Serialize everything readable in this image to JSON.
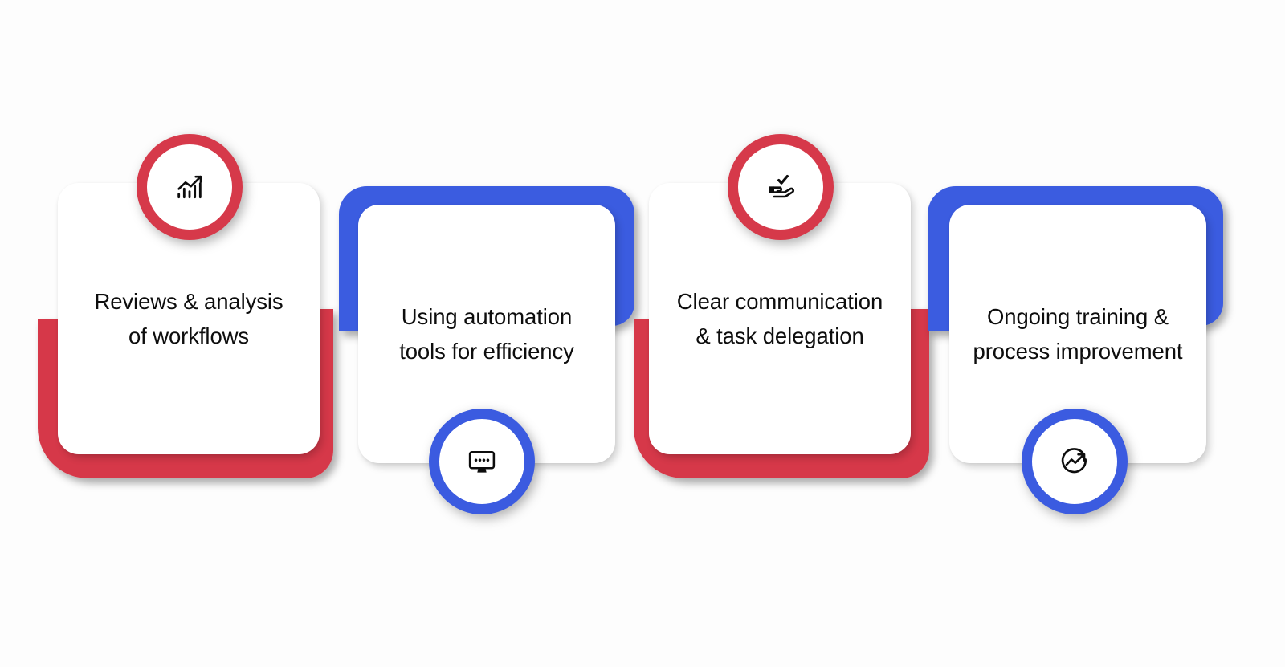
{
  "diagram": {
    "type": "process-steps",
    "title": "",
    "background_color": "#FDFDFD",
    "colors": {
      "red": "#D6394A",
      "blue": "#3B5BE0",
      "card": "#FFFFFF",
      "text": "#0D0D0D"
    },
    "steps": [
      {
        "index": 1,
        "label": "Reviews & analysis\nof workflows",
        "accent": "red",
        "accent_color": "#D6394A",
        "icon": "bar-chart-trending-up-icon",
        "icon_position": "top"
      },
      {
        "index": 2,
        "label": "Using automation\ntools for efficiency",
        "accent": "blue",
        "accent_color": "#3B5BE0",
        "icon": "monitor-loading-dots-icon",
        "icon_position": "bottom"
      },
      {
        "index": 3,
        "label": "Clear communication\n& task delegation",
        "accent": "red",
        "accent_color": "#D6394A",
        "icon": "hand-check-icon",
        "icon_position": "top"
      },
      {
        "index": 4,
        "label": "Ongoing training &\nprocess improvement",
        "accent": "blue",
        "accent_color": "#3B5BE0",
        "icon": "trending-up-circle-icon",
        "icon_position": "bottom"
      }
    ]
  }
}
